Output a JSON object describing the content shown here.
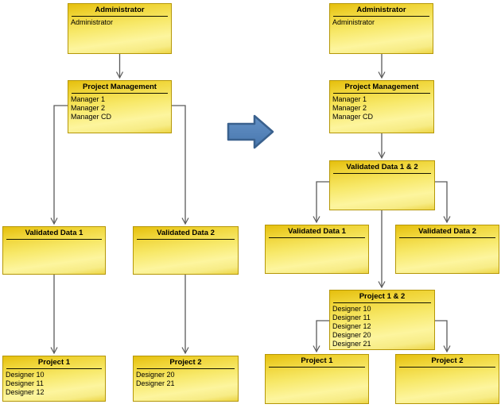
{
  "left": {
    "administrator": {
      "title": "Administrator",
      "members": [
        "Administrator"
      ]
    },
    "project_management": {
      "title": "Project Management",
      "members": [
        "Manager 1",
        "Manager 2",
        "Manager CD"
      ]
    },
    "validated_data_1": {
      "title": "Validated Data 1",
      "members": []
    },
    "validated_data_2": {
      "title": "Validated Data 2",
      "members": []
    },
    "project_1": {
      "title": "Project 1",
      "members": [
        "Designer 10",
        "Designer 11",
        "Designer 12"
      ]
    },
    "project_2": {
      "title": "Project 2",
      "members": [
        "Designer 20",
        "Designer 21"
      ]
    }
  },
  "right": {
    "administrator": {
      "title": "Administrator",
      "members": [
        "Administrator"
      ]
    },
    "project_management": {
      "title": "Project Management",
      "members": [
        "Manager 1",
        "Manager 2",
        "Manager CD"
      ]
    },
    "validated_data_1_2": {
      "title": "Validated Data 1 & 2",
      "members": []
    },
    "validated_data_1": {
      "title": "Validated Data 1",
      "members": []
    },
    "validated_data_2": {
      "title": "Validated Data 2",
      "members": []
    },
    "project_1_2": {
      "title": "Project 1 & 2",
      "members": [
        "Designer 10",
        "Designer 11",
        "Designer 12",
        "Designer 20",
        "Designer 21"
      ]
    },
    "project_1": {
      "title": "Project 1",
      "members": []
    },
    "project_2": {
      "title": "Project 2",
      "members": []
    }
  },
  "colors": {
    "box_gold_top": "#E5BF0E",
    "box_gold_light": "#FDF59E",
    "box_border": "#B59708",
    "connector": "#5A5A5A",
    "arrow_fill": "#4F81BD",
    "arrow_border": "#3A618E"
  }
}
